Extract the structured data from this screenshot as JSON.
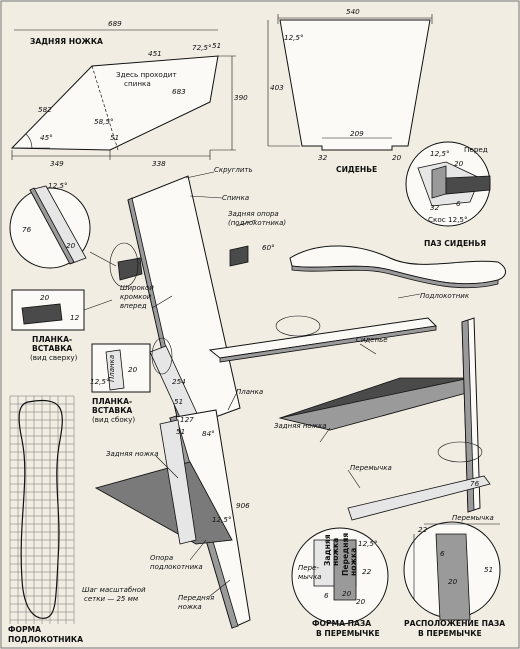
{
  "leg_diagram": {
    "title": "ЗАДНЯЯ НОЖКА",
    "dim_top": "689",
    "dim_451": "451",
    "angle_top": "72,5°",
    "dim_51": "51",
    "note": [
      "Здесь проходит",
      "спинка"
    ],
    "dim_582": "582",
    "angle_mid": "58,5°",
    "dim_683": "683",
    "dim_390": "390",
    "dim_51b": "51",
    "angle_45": "45°",
    "dim_349": "349",
    "dim_338": "338"
  },
  "seat_diagram": {
    "title": "СИДЕНЬЕ",
    "dim_top": "540",
    "angle": "12,5°",
    "dim_height": "403",
    "dim_209": "209",
    "dim_32": "32",
    "dim_20": "20"
  },
  "seat_groove": {
    "title": "ПАЗ СИДЕНЬЯ",
    "front": "Перед",
    "angle": "12,5°",
    "dim_20": "20",
    "dim_32": "32",
    "dim_6": "6",
    "bevel": "Скос 12,5°"
  },
  "assembly": {
    "round_edge": "Скруглить",
    "back": "Спинка",
    "back_support": [
      "Задняя опора",
      "(подлокотника)"
    ],
    "angle_60": "60°",
    "wide_edge": [
      "Широкой",
      "кромкой",
      "вперед"
    ],
    "armrest": "Подлокотник",
    "seat": "Сиденье",
    "plank": "Планка",
    "rear_leg": "Задняя ножка",
    "rear_leg2": "Задняя ножка",
    "crossbar": "Перемычка",
    "armrest_support": [
      "Опора",
      "подлокотника"
    ],
    "front_leg": [
      "Передняя",
      "ножка"
    ],
    "angle_84": "84°",
    "dim_127": "127",
    "dim_51": "51",
    "dim_51b": "51",
    "dim_254": "254",
    "dim_906": "906",
    "dim_76": "76",
    "dim_12_5": "12,5°"
  },
  "left_detail": {
    "angle": "12,5°",
    "dim_76": "76",
    "dim_20": "20"
  },
  "plank_top": {
    "title": [
      "ПЛАНКА-",
      "ВСТАВКА",
      "(вид сверху)"
    ],
    "dim_20": "20",
    "dim_12": "12"
  },
  "plank_side": {
    "title": [
      "ПЛАНКА-",
      "ВСТАВКА",
      "(вид сбоку)"
    ],
    "plank_word": "Планка",
    "angle": "12,5°",
    "dim_20": "20"
  },
  "armrest_shape": {
    "title": [
      "ФОРМА",
      "ПОДЛОКОТНИКА"
    ],
    "grid_note": [
      "Шаг масштабной",
      "сетки — 25 мм"
    ]
  },
  "groove_shape": {
    "title": [
      "ФОРМА ПАЗА",
      "В ПЕРЕМЫЧКЕ"
    ],
    "rear_leg_lbl": [
      "Задняя",
      "ножка"
    ],
    "crossbar_lbl": [
      "Пере-",
      "мычка"
    ],
    "front_lbl": [
      "Передняя",
      "ножка"
    ],
    "angle": "12,5°",
    "dim_22": "22",
    "dim_20": "20",
    "dim_20b": "20",
    "dim_6": "6"
  },
  "groove_position": {
    "title": [
      "РАСПОЛОЖЕНИЕ ПАЗА",
      "В ПЕРЕМЫЧКЕ"
    ],
    "crossbar": "Перемычка",
    "dim_22": "22",
    "dim_51": "51",
    "dim_6": "6",
    "dim_20": "20"
  }
}
